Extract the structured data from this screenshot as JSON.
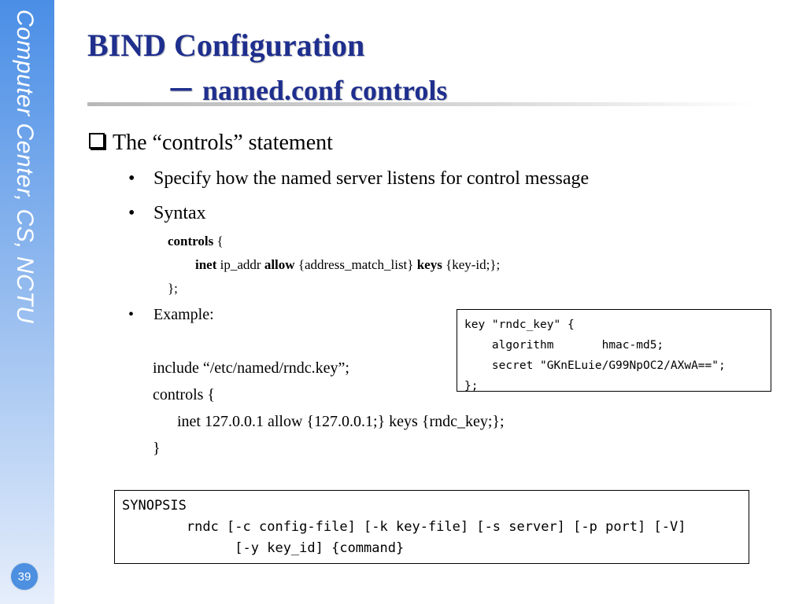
{
  "sidebar": {
    "title": "Computer Center, CS, NCTU",
    "page_number": "39"
  },
  "title": {
    "line1": "BIND Configuration",
    "line2": "－ named.conf  controls"
  },
  "main_bullet": {
    "prefix": "The ",
    "open_quote": "“",
    "keyword": "controls",
    "close_quote": "”",
    "suffix": " statement"
  },
  "bullets": {
    "specify": "Specify how the named server listens for control message",
    "syntax": "Syntax",
    "example": "Example:"
  },
  "syntax": {
    "line1_kw": "controls",
    "line1_rest": " {",
    "line2_kw1": "inet",
    "line2_mid1": " ip_addr ",
    "line2_kw2": "allow",
    "line2_mid2": " {address_match_list} ",
    "line2_kw3": "keys",
    "line2_rest": " {key-id;};",
    "line3": "};"
  },
  "example": {
    "include": "include “/etc/named/rndc.key”;",
    "controls_open": "controls {",
    "inet_line": "inet 127.0.0.1  allow {127.0.0.1;}   keys {rndc_key;};",
    "close": "}"
  },
  "key_box": {
    "line1": "key \"rndc_key\" {",
    "line2": "    algorithm       hmac-md5;",
    "line3": "    secret \"GKnELuie/G99NpOC2/AXwA==\";",
    "line4": "};"
  },
  "synopsis": {
    "line1": "SYNOPSIS",
    "line2": "        rndc [-c config-file] [-k key-file] [-s server] [-p port] [-V]",
    "line3": "              [-y key_id] {command}"
  },
  "colors": {
    "title": "#1f2f8e",
    "sidebar_top": "#4a8ee6",
    "page_badge": "#4d8fe0"
  },
  "icons": {
    "main_bullet_icon": "hollow-square-bullet",
    "sub_bullet_icon": "dot-bullet"
  }
}
